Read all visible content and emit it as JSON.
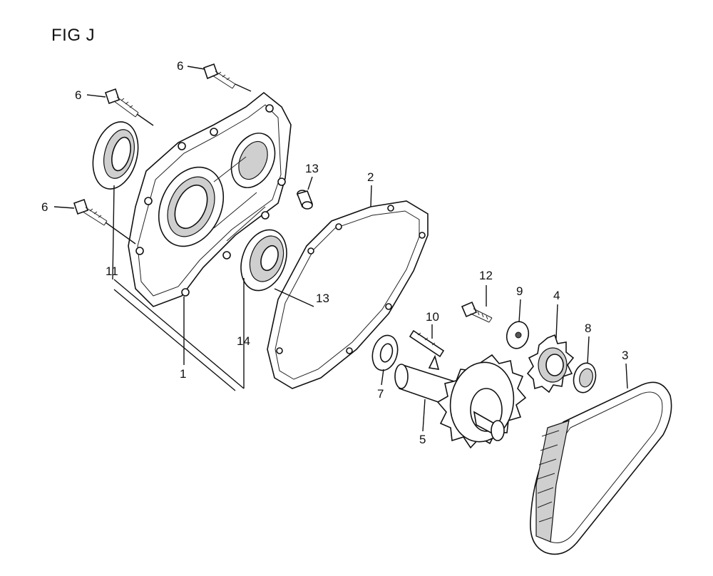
{
  "figure": {
    "title": "FIG J"
  },
  "callouts": [
    {
      "id": "c6a",
      "label": "6"
    },
    {
      "id": "c6b",
      "label": "6"
    },
    {
      "id": "c6c",
      "label": "6"
    },
    {
      "id": "c13a",
      "label": "13"
    },
    {
      "id": "c2",
      "label": "2"
    },
    {
      "id": "c11",
      "label": "11"
    },
    {
      "id": "c13b",
      "label": "13"
    },
    {
      "id": "c14",
      "label": "14"
    },
    {
      "id": "c1",
      "label": "1"
    },
    {
      "id": "c10",
      "label": "10"
    },
    {
      "id": "c12",
      "label": "12"
    },
    {
      "id": "c9",
      "label": "9"
    },
    {
      "id": "c4",
      "label": "4"
    },
    {
      "id": "c8",
      "label": "8"
    },
    {
      "id": "c3",
      "label": "3"
    },
    {
      "id": "c7",
      "label": "7"
    },
    {
      "id": "c5",
      "label": "5"
    }
  ]
}
